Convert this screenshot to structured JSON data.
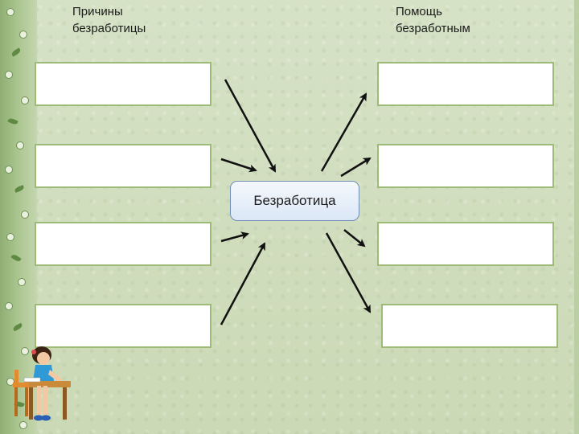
{
  "headings": {
    "causes": [
      "Причины",
      "безработицы"
    ],
    "help": [
      "Помощь",
      "безработным"
    ]
  },
  "center": {
    "label": "Безработица"
  },
  "colors": {
    "background": "#cfdcbc",
    "box_border": "#9dbb77",
    "center_border": "#6f8db7",
    "arrow": "#111111"
  },
  "icons": [
    "leaf-border-decoration",
    "schoolgirl-writing-illustration"
  ]
}
